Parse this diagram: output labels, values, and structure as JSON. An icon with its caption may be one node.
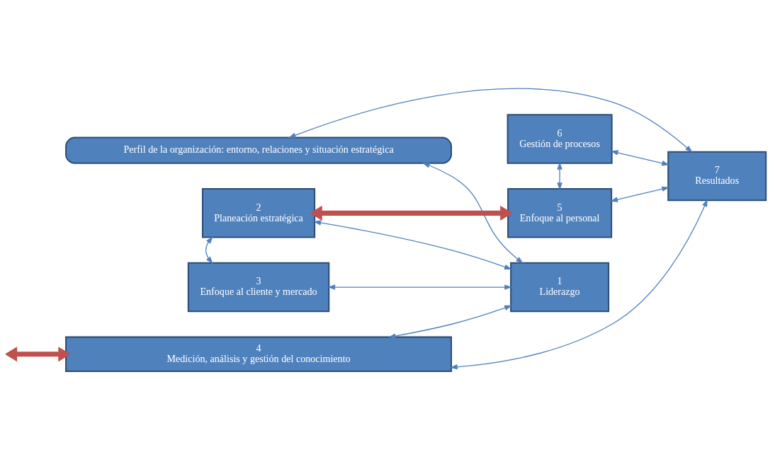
{
  "diagram": {
    "nodes": [
      {
        "text": [
          "Perfil de la organización: entorno, relaciones y situación estratégica"
        ]
      },
      {
        "text": [
          "1",
          "Liderazgo"
        ]
      },
      {
        "text": [
          "2",
          "Planeación estratégica"
        ]
      },
      {
        "text": [
          "3",
          "Enfoque al cliente y mercado"
        ]
      },
      {
        "text": [
          "5",
          "Enfoque al personal"
        ]
      },
      {
        "text": [
          "6",
          "Gestión de procesos"
        ]
      },
      {
        "text": [
          "7",
          "Resultados"
        ]
      },
      {
        "text": [
          "4",
          "Medición, análisis y gestión del conocimiento"
        ]
      }
    ],
    "edges": [
      {
        "from": 0,
        "to": 1,
        "arrow": "both"
      },
      {
        "from": 0,
        "to": 6,
        "arrow": "both"
      },
      {
        "from": 1,
        "to": 2,
        "arrow": "both"
      },
      {
        "from": 1,
        "to": 3,
        "arrow": "both"
      },
      {
        "from": 2,
        "to": 3,
        "arrow": "both"
      },
      {
        "from": 4,
        "to": 6,
        "arrow": "both"
      },
      {
        "from": 5,
        "to": 6,
        "arrow": "both"
      },
      {
        "from": 4,
        "to": 5,
        "arrow": "both"
      },
      {
        "from": 1,
        "to": 7,
        "arrow": "both"
      },
      {
        "from": 6,
        "to": 7,
        "arrow": "both"
      },
      {
        "from": 2,
        "to": 4,
        "arrow": "both",
        "style": "thick",
        "color": "#c0504d"
      },
      {
        "from": null,
        "to": 7,
        "arrow": "both",
        "style": "thick",
        "color": "#c0504d"
      }
    ]
  }
}
